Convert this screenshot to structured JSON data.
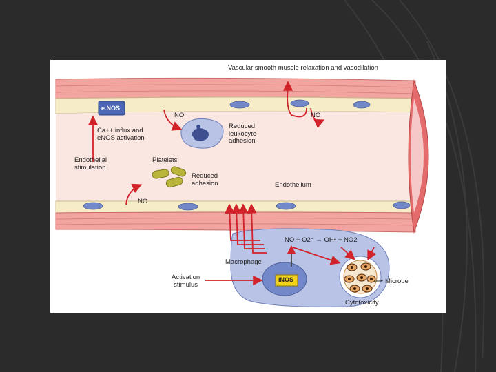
{
  "diagram": {
    "title": "Vascular smooth muscle relaxation and vasodilation",
    "labels": {
      "enos": "e.NOS",
      "inos": "iNOS",
      "no_top_left": "NO",
      "no_top_right": "NO",
      "no_bottom": "NO",
      "ca_influx": "Ca++ influx and\neNOS activation",
      "endothelial_stimulation": "Endothelial\nstimulation",
      "reduced_leukocyte_adhesion": "Reduced\nleukocyte\nadhesion",
      "platelets": "Platelets",
      "reduced_adhesion": "Reduced\nadhesion",
      "endothelium": "Endothelium",
      "reaction": "NO + O2⁻ → OH• + NO2",
      "macrophage": "Macrophage",
      "activation_stimulus": "Activation\nstimulus",
      "microbe": "Microbe",
      "cytotoxicity": "Cytotoxicity"
    },
    "colors": {
      "arrow": "#d2232a",
      "muscle": "#f2a5a0",
      "endothelium": "#f6edc8",
      "lumen": "#fbe7e1",
      "cell_blue": "#7388c8",
      "macrophage": "#b8c3e6",
      "platelet": "#b9b53a",
      "microbe": "#e4a463"
    }
  }
}
